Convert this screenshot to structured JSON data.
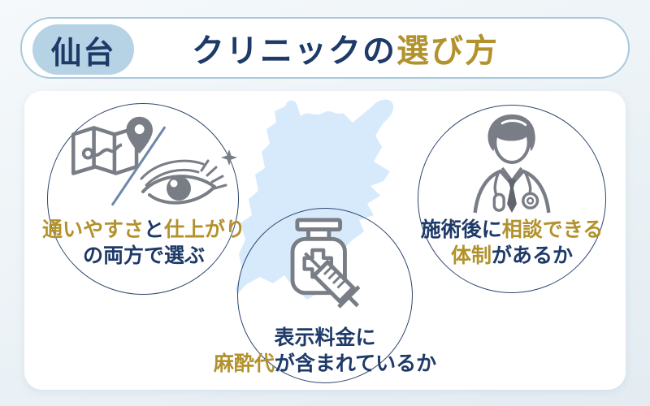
{
  "header": {
    "region_label": "仙台",
    "title_main": "クリニックの",
    "title_accent": "選び方"
  },
  "map": {
    "name": "miyagi-prefecture-silhouette",
    "fill": "#d6eafb"
  },
  "points": [
    {
      "id": "access-and-results",
      "icons": [
        "map-icon",
        "eye-icon",
        "sparkle-icon",
        "slash-divider"
      ],
      "lines": [
        {
          "segments": [
            {
              "text": "通いやすさ",
              "color": "#b2922d"
            },
            {
              "text": "と",
              "color": "#1e3a68"
            },
            {
              "text": "仕上がり",
              "color": "#b2922d"
            }
          ]
        },
        {
          "segments": [
            {
              "text": "の両方で選ぶ",
              "color": "#1e3a68"
            }
          ]
        }
      ]
    },
    {
      "id": "anesthesia-fee",
      "icons": [
        "medicine-bottle-icon",
        "syringe-icon"
      ],
      "lines": [
        {
          "segments": [
            {
              "text": "表示料金に",
              "color": "#1e3a68"
            }
          ]
        },
        {
          "segments": [
            {
              "text": "麻酔代",
              "color": "#b2922d"
            },
            {
              "text": "が含まれているか",
              "color": "#1e3a68"
            }
          ]
        }
      ]
    },
    {
      "id": "aftercare-support",
      "icons": [
        "doctor-icon"
      ],
      "lines": [
        {
          "segments": [
            {
              "text": "施術後に",
              "color": "#1e3a68"
            },
            {
              "text": "相談できる",
              "color": "#b2922d"
            }
          ]
        },
        {
          "segments": [
            {
              "text": "体制",
              "color": "#b2922d"
            },
            {
              "text": "があるか",
              "color": "#1e3a68"
            }
          ]
        }
      ]
    }
  ],
  "colors": {
    "navy": "#1e3a68",
    "gold": "#b2922d",
    "icon_gray": "#797d85",
    "circle_border": "#2e4570",
    "slash_blue": "#6e88aa",
    "map_fill": "#d6eafb",
    "badge_bg": "#b6d3e5",
    "pill_border": "#a8c9dd",
    "card_bg": "#ffffff",
    "page_bg": "#edf3f7"
  }
}
